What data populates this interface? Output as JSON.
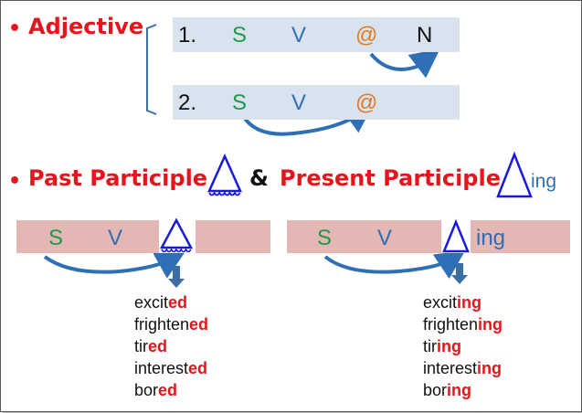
{
  "adjective": {
    "bullet": "•",
    "title": "Adjective",
    "row1": {
      "num": "1.",
      "s": "S",
      "v": "V",
      "at": "@",
      "n": "N"
    },
    "row2": {
      "num": "2.",
      "s": "S",
      "v": "V",
      "at": "@"
    }
  },
  "participle": {
    "bullet": "•",
    "past_title": "Past Participle",
    "amp": "&",
    "present_title": "Present Participle",
    "present_suffix": "ing"
  },
  "left_panel": {
    "s": "S",
    "v": "V",
    "words": [
      {
        "stem": "excit",
        "suffix": "ed"
      },
      {
        "stem": "frighten",
        "suffix": "ed"
      },
      {
        "stem": "tir",
        "suffix": "ed"
      },
      {
        "stem": "interest",
        "suffix": "ed"
      },
      {
        "stem": "bor",
        "suffix": "ed"
      }
    ]
  },
  "right_panel": {
    "s": "S",
    "v": "V",
    "ing": "ing",
    "words": [
      {
        "stem": "excit",
        "suffix": "ing"
      },
      {
        "stem": "frighten",
        "suffix": "ing"
      },
      {
        "stem": "tir",
        "suffix": "ing"
      },
      {
        "stem": "interest",
        "suffix": "ing"
      },
      {
        "stem": "bor",
        "suffix": "ing"
      }
    ]
  },
  "colors": {
    "red": "#e4151b",
    "green": "#1e9a4b",
    "blue": "#2f6fb5",
    "orange": "#e07b22",
    "triangle": "#1a1adc",
    "box_blue": "#d9e2ef",
    "box_pink": "#e4b6b4"
  }
}
